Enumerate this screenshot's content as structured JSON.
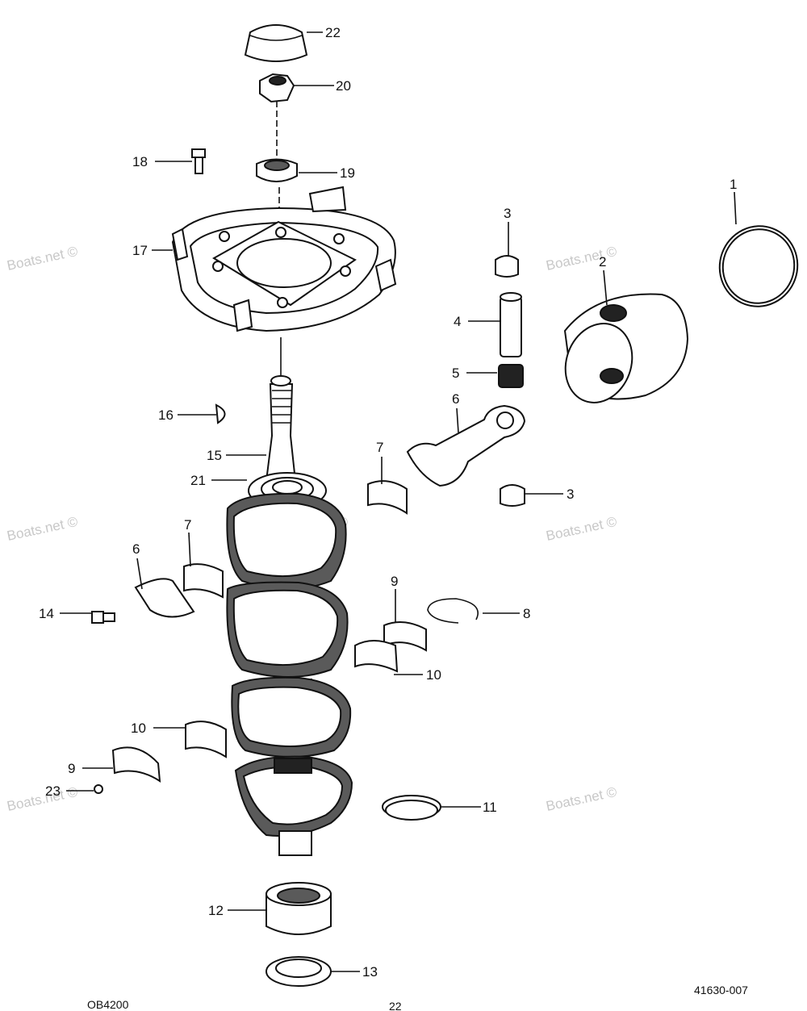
{
  "callouts": [
    {
      "id": "1",
      "text": "1"
    },
    {
      "id": "2",
      "text": "2"
    },
    {
      "id": "3a",
      "text": "3"
    },
    {
      "id": "3b",
      "text": "3"
    },
    {
      "id": "4",
      "text": "4"
    },
    {
      "id": "5",
      "text": "5"
    },
    {
      "id": "6a",
      "text": "6"
    },
    {
      "id": "6b",
      "text": "6"
    },
    {
      "id": "7a",
      "text": "7"
    },
    {
      "id": "7b",
      "text": "7"
    },
    {
      "id": "8",
      "text": "8"
    },
    {
      "id": "9a",
      "text": "9"
    },
    {
      "id": "9b",
      "text": "9"
    },
    {
      "id": "10a",
      "text": "10"
    },
    {
      "id": "10b",
      "text": "10"
    },
    {
      "id": "11",
      "text": "11"
    },
    {
      "id": "12",
      "text": "12"
    },
    {
      "id": "13",
      "text": "13"
    },
    {
      "id": "14",
      "text": "14"
    },
    {
      "id": "15",
      "text": "15"
    },
    {
      "id": "16",
      "text": "16"
    },
    {
      "id": "17",
      "text": "17"
    },
    {
      "id": "18",
      "text": "18"
    },
    {
      "id": "19",
      "text": "19"
    },
    {
      "id": "20",
      "text": "20"
    },
    {
      "id": "21",
      "text": "21"
    },
    {
      "id": "22",
      "text": "22"
    },
    {
      "id": "23",
      "text": "23"
    }
  ],
  "watermark": "Boats.net ©",
  "drawing_code": "41630-007",
  "part_code": "OB4200",
  "page_number": "22"
}
